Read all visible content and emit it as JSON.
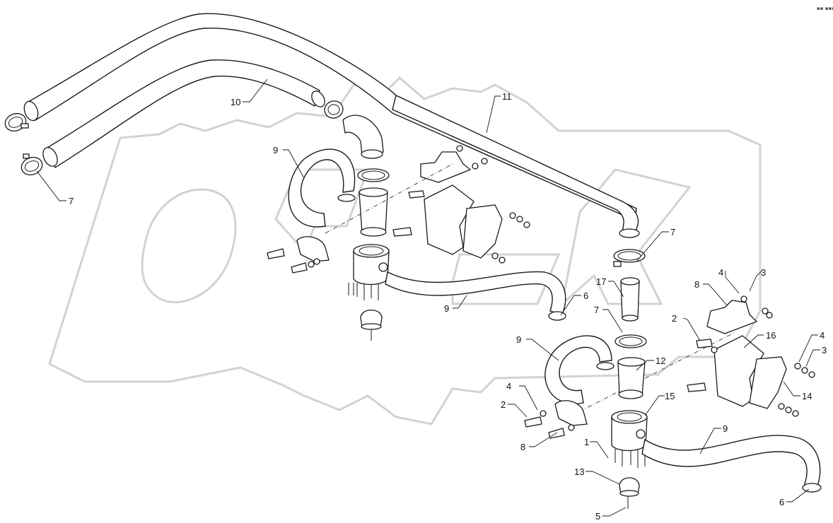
{
  "diagram": {
    "callouts": [
      {
        "id": "c10a",
        "label": "10"
      },
      {
        "id": "c11",
        "label": "11"
      },
      {
        "id": "c9a",
        "label": "9"
      },
      {
        "id": "c7a",
        "label": "7"
      },
      {
        "id": "c9b",
        "label": "9"
      },
      {
        "id": "c6a",
        "label": "6"
      },
      {
        "id": "c7b",
        "label": "7"
      },
      {
        "id": "c17",
        "label": "17"
      },
      {
        "id": "c7c",
        "label": "7"
      },
      {
        "id": "c8a",
        "label": "8"
      },
      {
        "id": "c4a",
        "label": "4"
      },
      {
        "id": "c3a",
        "label": "3"
      },
      {
        "id": "c2a",
        "label": "2"
      },
      {
        "id": "c16",
        "label": "16"
      },
      {
        "id": "c4b",
        "label": "4"
      },
      {
        "id": "c3b",
        "label": "3"
      },
      {
        "id": "c14",
        "label": "14"
      },
      {
        "id": "c9c",
        "label": "9"
      },
      {
        "id": "c12",
        "label": "12"
      },
      {
        "id": "c4c",
        "label": "4"
      },
      {
        "id": "c2b",
        "label": "2"
      },
      {
        "id": "c15",
        "label": "15"
      },
      {
        "id": "c8b",
        "label": "8"
      },
      {
        "id": "c1",
        "label": "1"
      },
      {
        "id": "c9d",
        "label": "9"
      },
      {
        "id": "c13",
        "label": "13"
      },
      {
        "id": "c6b",
        "label": "6"
      },
      {
        "id": "c5",
        "label": "5"
      }
    ]
  }
}
